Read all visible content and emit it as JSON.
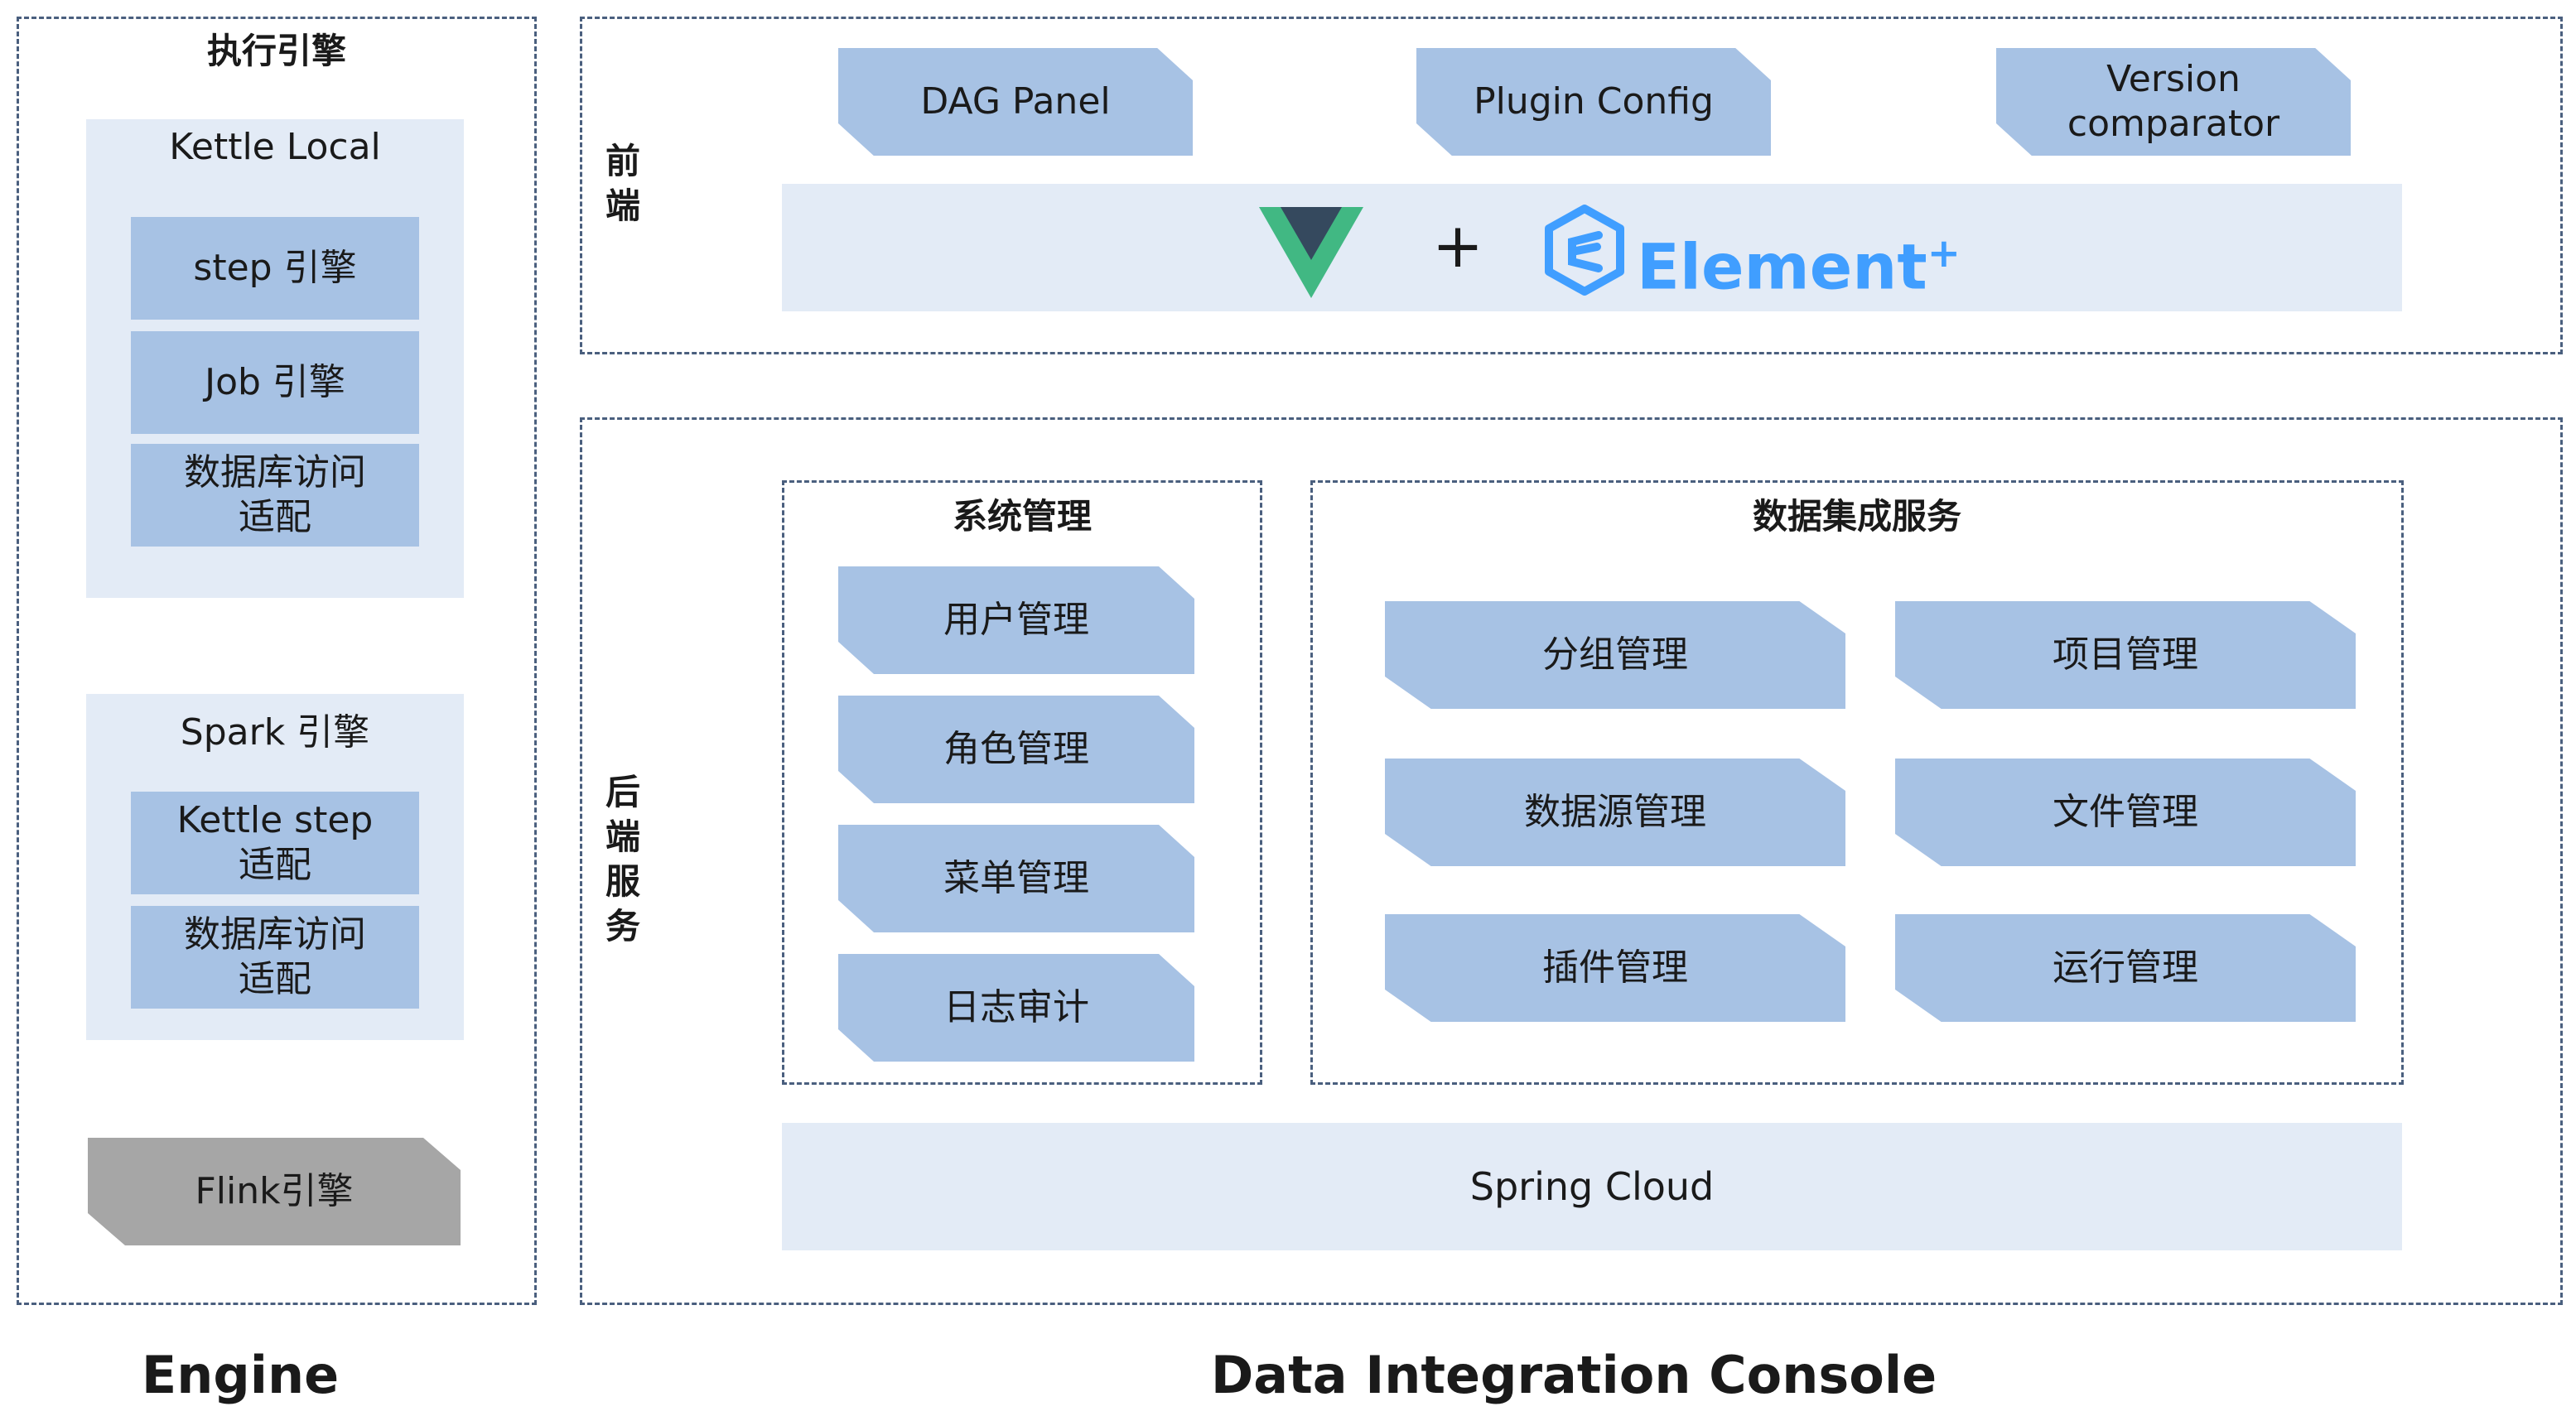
{
  "engine": {
    "title": "执行引擎",
    "kettle_local": {
      "title": "Kettle Local",
      "items": [
        "step 引擎",
        "Job 引擎",
        "数据库访问\n适配"
      ]
    },
    "spark": {
      "title": "Spark 引擎",
      "items": [
        "Kettle step\n适配",
        "数据库访问\n适配"
      ]
    },
    "flink": "Flink引擎",
    "caption": "Engine"
  },
  "frontend": {
    "label": "前\n端",
    "items": [
      "DAG Panel",
      "Plugin Config",
      "Version\ncomparator"
    ],
    "plus": "+",
    "element_text": "Element",
    "element_sup": "+",
    "colors": {
      "vue_green": "#41b883",
      "vue_dark": "#35495e",
      "element_blue": "#409eff"
    }
  },
  "backend": {
    "label": "后\n端\n服\n务",
    "system": {
      "title": "系统管理",
      "items": [
        "用户管理",
        "角色管理",
        "菜单管理",
        "日志审计"
      ]
    },
    "integration": {
      "title": "数据集成服务",
      "items": [
        "分组管理",
        "项目管理",
        "数据源管理",
        "文件管理",
        "插件管理",
        "运行管理"
      ]
    },
    "spring": "Spring Cloud"
  },
  "console_caption": "Data Integration Console"
}
